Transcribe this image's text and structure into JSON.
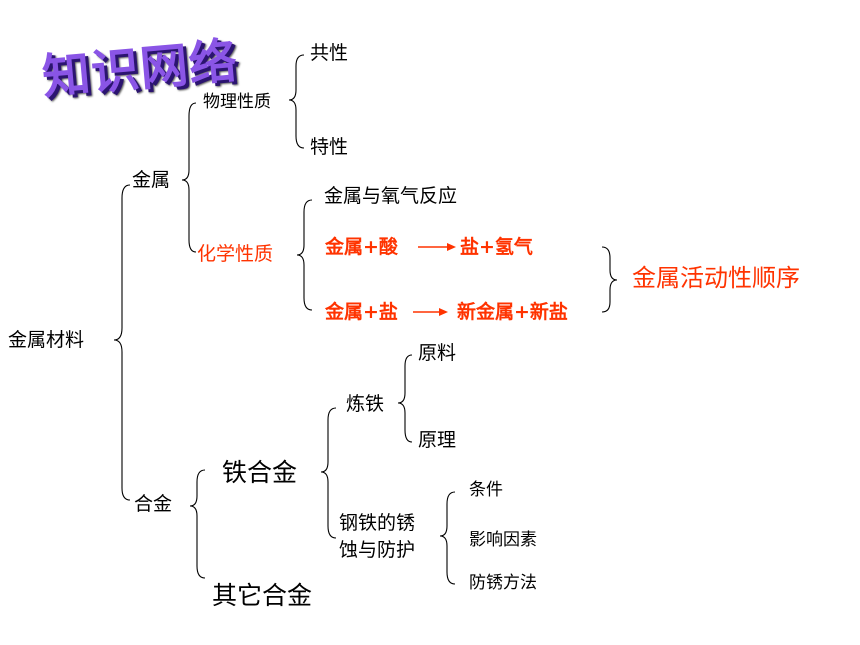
{
  "title": "知识网络",
  "root": "金属材料",
  "metal": {
    "label": "金属",
    "physical": {
      "label": "物理性质",
      "common": "共性",
      "special": "特性"
    },
    "chemical": {
      "label": "化学性质",
      "oxygen": "金属与氧气反应",
      "acid_left": "金属+酸",
      "acid_right": "盐+氢气",
      "salt_left": "金属+盐",
      "salt_right": "新金属+新盐",
      "activity_series": "金属活动性顺序"
    }
  },
  "alloy": {
    "label": "合金",
    "iron_alloy": "铁合金",
    "other_alloy": "其它合金",
    "smelting": {
      "label": "炼铁",
      "raw": "原料",
      "principle": "原理"
    },
    "corrosion": {
      "label_line1": "钢铁的锈",
      "label_line2": "蚀与防护",
      "conditions": "条件",
      "factors": "影响因素",
      "prevention": "防锈方法"
    }
  },
  "colors": {
    "title": "#8a55e6",
    "title_shadow": "#2b1470",
    "highlight": "#ff3300"
  }
}
